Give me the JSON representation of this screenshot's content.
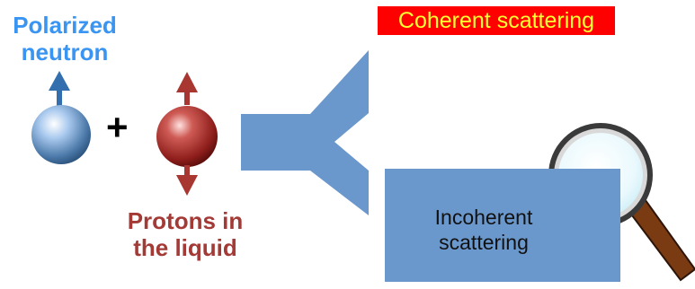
{
  "labels": {
    "neutron": "Polarized neutron",
    "plus": "+",
    "protons": "Protons in the liquid",
    "coherent": "Coherent scattering",
    "incoherent": "Incoherent scattering"
  },
  "colors": {
    "neutron_label": "#3a95f2",
    "proton_label": "#a33a36",
    "coherent_box": "#ff0000",
    "coherent_text": "#ffff33",
    "flow_shape": "#6b98cc",
    "neutron_arrow": "#336fae",
    "proton_arrow": "#a83631"
  },
  "icons": [
    "neutron-sphere",
    "proton-sphere",
    "spin-up-arrow",
    "spin-down-arrow",
    "branching-arrow",
    "magnifying-glass-icon"
  ]
}
